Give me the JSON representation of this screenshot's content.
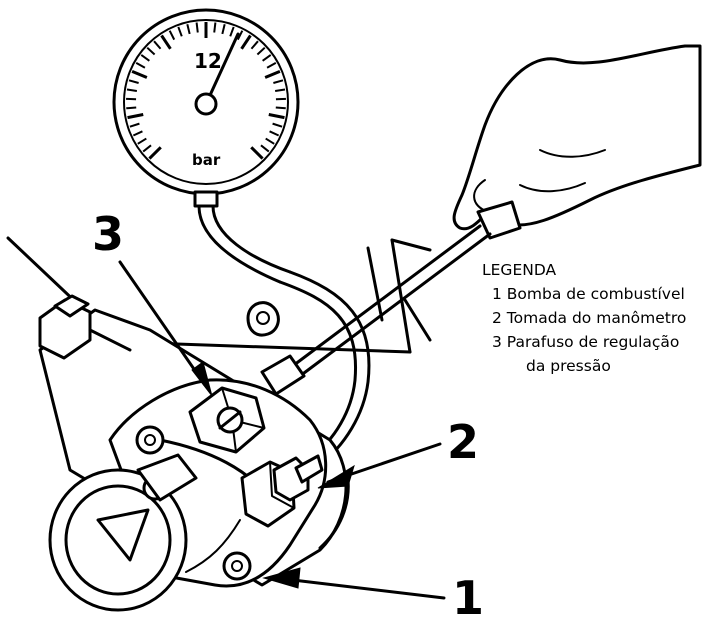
{
  "gauge": {
    "value_label": "12",
    "unit_label": "bar"
  },
  "callouts": {
    "one": "1",
    "two": "2",
    "three": "3"
  },
  "legend": {
    "title": "LEGENDA",
    "items": [
      "1 Bomba de combustível",
      "2 Tomada do manômetro",
      "3 Parafuso de regulação",
      "da pressão"
    ]
  }
}
